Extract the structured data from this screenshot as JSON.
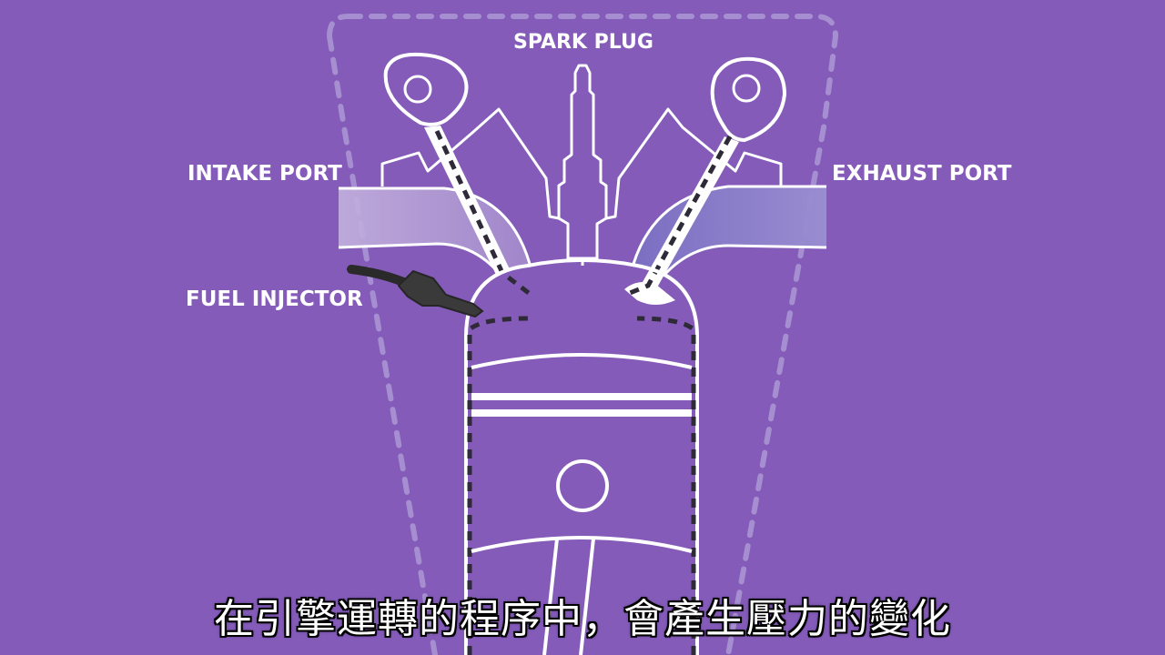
{
  "labels": {
    "spark_plug": "SPARK PLUG",
    "intake_port": "INTAKE PORT",
    "exhaust_port": "EXHAUST PORT",
    "fuel_injector": "FUEL INJECTOR"
  },
  "subtitle": "在引擎運轉的程序中，會產生壓力的變化",
  "colors": {
    "background": "#845bb9",
    "line": "#ffffff",
    "intake_fill": "#b9a3d8",
    "exhaust_fill": "#8e8ac8",
    "injector": "#3a3a3a",
    "dashed": "#2f2a38"
  }
}
